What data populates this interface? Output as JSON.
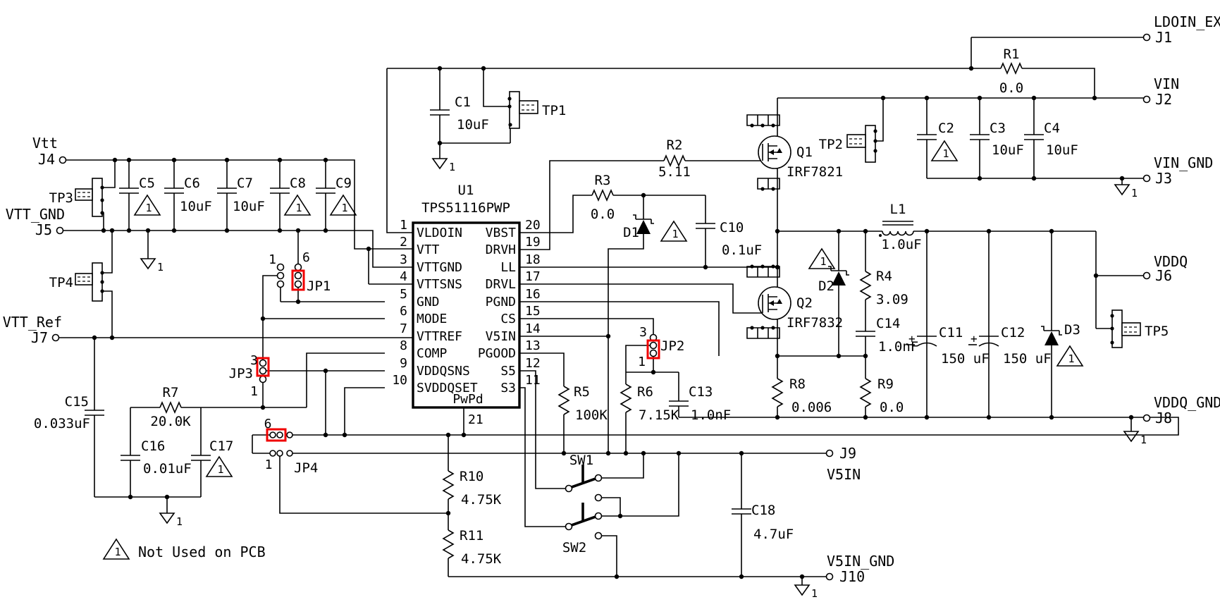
{
  "ic": {
    "ref": "U1",
    "part": "TPS51116PWP",
    "pad_name": "PwPd",
    "pad_pin": "21",
    "left_pins": [
      {
        "num": "1",
        "name": "VLDOIN"
      },
      {
        "num": "2",
        "name": "VTT"
      },
      {
        "num": "3",
        "name": "VTTGND"
      },
      {
        "num": "4",
        "name": "VTTSNS"
      },
      {
        "num": "5",
        "name": "GND"
      },
      {
        "num": "6",
        "name": "MODE"
      },
      {
        "num": "7",
        "name": "VTTREF"
      },
      {
        "num": "8",
        "name": "COMP"
      },
      {
        "num": "9",
        "name": "VDDQSNS"
      },
      {
        "num": "10",
        "name": "SVDDQSET"
      }
    ],
    "right_pins": [
      {
        "num": "20",
        "name": "VBST"
      },
      {
        "num": "19",
        "name": "DRVH"
      },
      {
        "num": "18",
        "name": "LL"
      },
      {
        "num": "17",
        "name": "DRVL"
      },
      {
        "num": "16",
        "name": "PGND"
      },
      {
        "num": "15",
        "name": "CS"
      },
      {
        "num": "14",
        "name": "V5IN"
      },
      {
        "num": "13",
        "name": "PGOOD"
      },
      {
        "num": "12",
        "name": "S5"
      },
      {
        "num": "11",
        "name": "S3"
      }
    ]
  },
  "connectors": {
    "j1": {
      "id": "J1",
      "net": "LDOIN_EX"
    },
    "j2": {
      "id": "J2",
      "net": "VIN"
    },
    "j3": {
      "id": "J3",
      "net": "VIN_GND"
    },
    "j4": {
      "id": "J4",
      "net": "Vtt"
    },
    "j5": {
      "id": "J5",
      "net": "VTT_GND"
    },
    "j6": {
      "id": "J6",
      "net": "VDDQ"
    },
    "j7": {
      "id": "J7",
      "net": "VTT_Ref"
    },
    "j8": {
      "id": "J8",
      "net": "VDDQ_GND"
    },
    "j9": {
      "id": "J9",
      "net": "V5IN"
    },
    "j10": {
      "id": "J10",
      "net": "V5IN_GND"
    }
  },
  "parts": {
    "r1": {
      "ref": "R1",
      "val": "0.0"
    },
    "r2": {
      "ref": "R2",
      "val": "5.11"
    },
    "r3": {
      "ref": "R3",
      "val": "0.0"
    },
    "r4": {
      "ref": "R4",
      "val": "3.09"
    },
    "r5": {
      "ref": "R5",
      "val": "100K"
    },
    "r6": {
      "ref": "R6",
      "val": "7.15K"
    },
    "r7": {
      "ref": "R7",
      "val": "20.0K"
    },
    "r8": {
      "ref": "R8",
      "val": "0.006"
    },
    "r9": {
      "ref": "R9",
      "val": "0.0"
    },
    "r10": {
      "ref": "R10",
      "val": "4.75K"
    },
    "r11": {
      "ref": "R11",
      "val": "4.75K"
    },
    "c1": {
      "ref": "C1",
      "val": "10uF"
    },
    "c2": {
      "ref": "C2"
    },
    "c3": {
      "ref": "C3",
      "val": "10uF"
    },
    "c4": {
      "ref": "C4",
      "val": "10uF"
    },
    "c5": {
      "ref": "C5"
    },
    "c6": {
      "ref": "C6",
      "val": "10uF"
    },
    "c7": {
      "ref": "C7",
      "val": "10uF"
    },
    "c8": {
      "ref": "C8"
    },
    "c9": {
      "ref": "C9"
    },
    "c10": {
      "ref": "C10",
      "val": "0.1uF"
    },
    "c11": {
      "ref": "C11",
      "val": "150 uF",
      "polarity": "+"
    },
    "c12": {
      "ref": "C12",
      "val": "150 uF",
      "polarity": "+"
    },
    "c13": {
      "ref": "C13",
      "val": "1.0nF"
    },
    "c14": {
      "ref": "C14",
      "val": "1.0nF"
    },
    "c15": {
      "ref": "C15",
      "val": "0.033uF"
    },
    "c16": {
      "ref": "C16",
      "val": "0.01uF"
    },
    "c17": {
      "ref": "C17"
    },
    "c18": {
      "ref": "C18",
      "val": "4.7uF"
    },
    "l1": {
      "ref": "L1",
      "val": "1.0uF"
    },
    "d1": {
      "ref": "D1"
    },
    "d2": {
      "ref": "D2"
    },
    "d3": {
      "ref": "D3"
    },
    "q1": {
      "ref": "Q1",
      "part": "IRF7821"
    },
    "q2": {
      "ref": "Q2",
      "part": "IRF7832"
    },
    "tp1": {
      "ref": "TP1"
    },
    "tp2": {
      "ref": "TP2"
    },
    "tp3": {
      "ref": "TP3"
    },
    "tp4": {
      "ref": "TP4"
    },
    "tp5": {
      "ref": "TP5"
    },
    "sw1": {
      "ref": "SW1"
    },
    "sw2": {
      "ref": "SW2"
    }
  },
  "jumpers": {
    "jp1": {
      "ref": "JP1",
      "pin_a": "1",
      "pin_b": "6"
    },
    "jp2": {
      "ref": "JP2",
      "pin_a": "3",
      "pin_b": "1"
    },
    "jp3": {
      "ref": "JP3",
      "pin_a": "3",
      "pin_b": "1"
    },
    "jp4": {
      "ref": "JP4",
      "pin_a": "6",
      "pin_b": "1"
    }
  },
  "note": {
    "marker": "1",
    "text": "Not Used on PCB"
  },
  "ground": {
    "label": "1"
  },
  "colors": {
    "wire": "#000000",
    "jumper_highlight": "#f00000",
    "background": "#ffffff"
  }
}
